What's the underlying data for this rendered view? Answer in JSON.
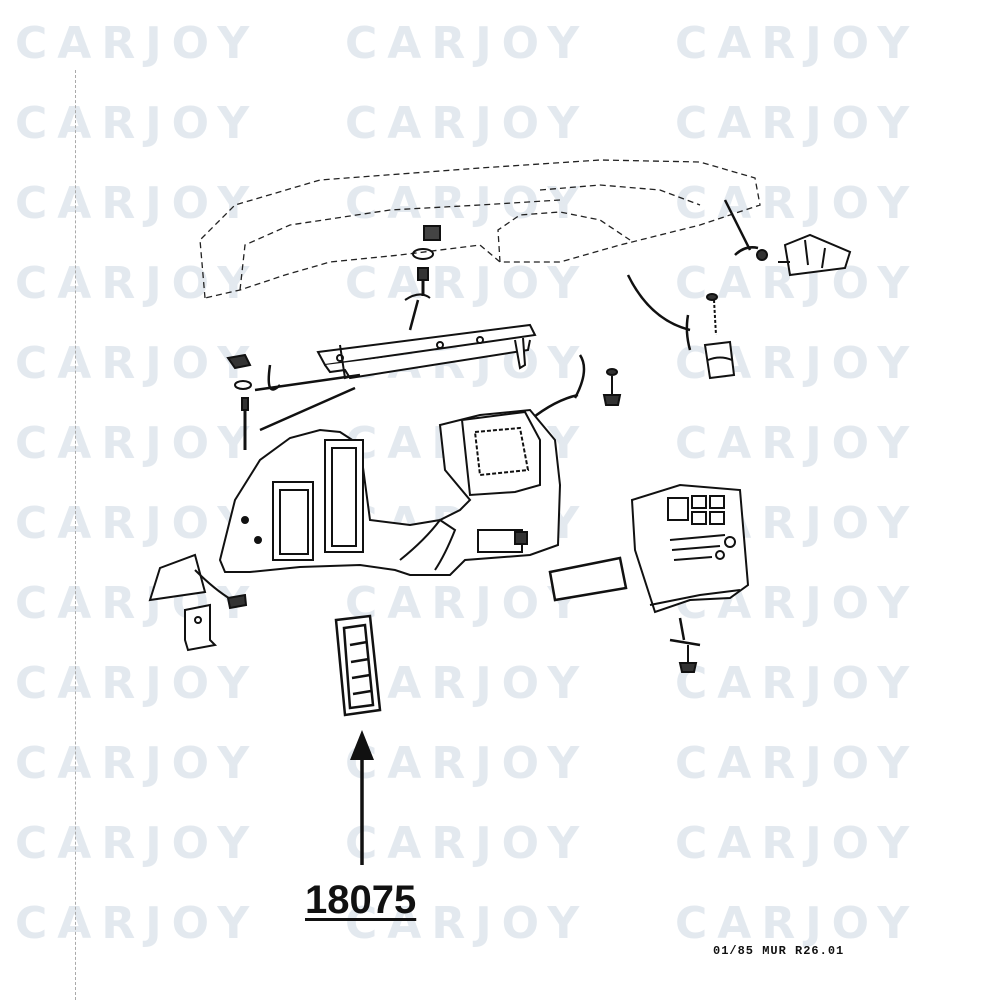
{
  "watermark": {
    "text": "CARJOY",
    "color": "#e3e9ef"
  },
  "diagram": {
    "part_number": "18075",
    "reference_code": "01/85  MUR  R26.01"
  },
  "parts": [
    {
      "name": "dashboard-top-pad",
      "style": "dashed"
    },
    {
      "name": "mounting-rail"
    },
    {
      "name": "dashboard-frame-center"
    },
    {
      "name": "glove-box-door"
    },
    {
      "name": "center-console-panel"
    },
    {
      "name": "side-trim-panel"
    },
    {
      "name": "air-vent-grille",
      "highlighted": true
    }
  ]
}
